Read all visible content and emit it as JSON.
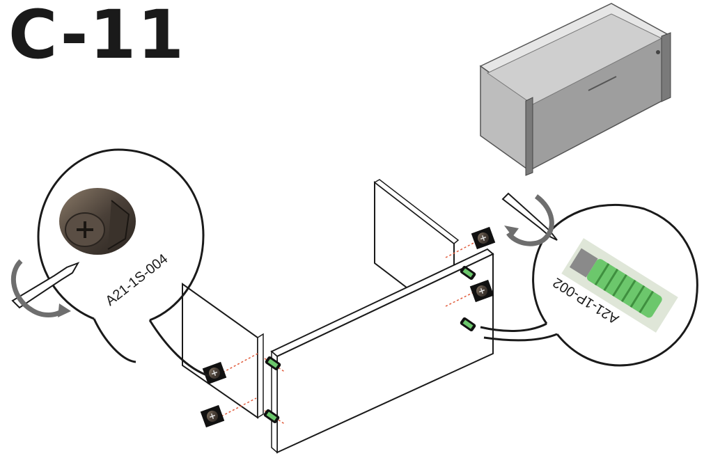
{
  "step": {
    "title": "C-11"
  },
  "parts": {
    "cam_lock": {
      "code": "A21-1S-004",
      "icon": "cam-lock-nut"
    },
    "cam_dowel": {
      "code": "A21-1P-002",
      "icon": "cam-bolt-dowel"
    }
  },
  "tools": {
    "icon": "screwdriver",
    "action_icon": "rotate-arrow"
  },
  "colors": {
    "panel_fill": "#ffffff",
    "line": "#1a1a1a",
    "guide": "#e05a3a",
    "dowel_green": "#6cc76c",
    "drawer_gray": "#8f8f8f"
  }
}
